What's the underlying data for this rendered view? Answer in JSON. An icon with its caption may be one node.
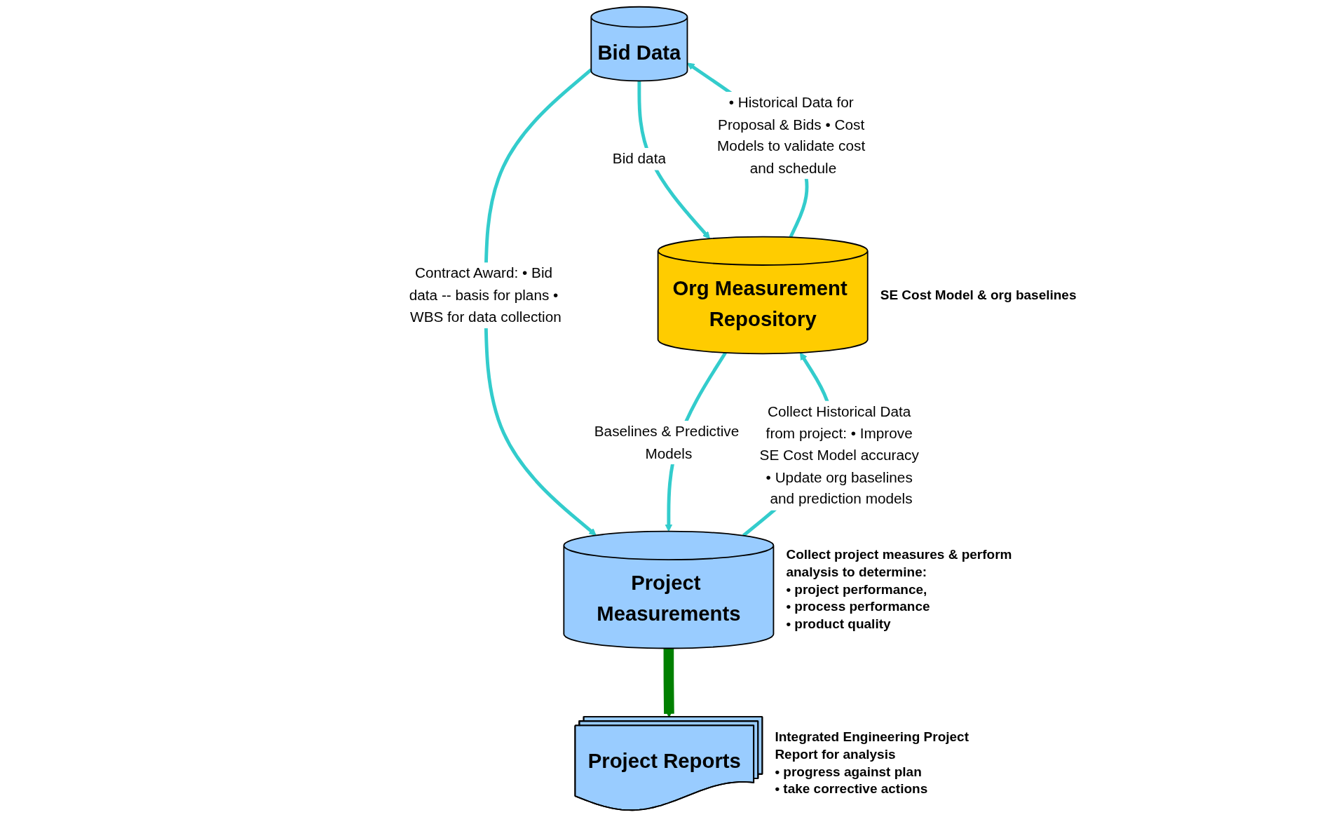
{
  "diagram": {
    "nodes": [
      {
        "text": [
          "Bid Data"
        ]
      },
      {
        "text": [
          "Org Measurement Repository"
        ],
        "beside": [
          "SE Cost Model & org baselines"
        ]
      },
      {
        "text": [
          "Project Measurements"
        ],
        "beside": [
          "Collect project measures & perform analysis to determine:",
          "• project performance,",
          "• process performance",
          "• product quality"
        ]
      },
      {
        "text": [
          "Project Reports"
        ],
        "beside": [
          "Integrated Engineering Project Report for analysis",
          "• progress against plan",
          "• take corrective actions"
        ]
      }
    ],
    "edges": [
      {
        "from": 1,
        "to": 0,
        "arrow": "to",
        "label": "• Historical Data for Proposal & Bids • Cost Models to validate cost and schedule"
      },
      {
        "from": 0,
        "to": 1,
        "arrow": "to",
        "label": "Bid data"
      },
      {
        "from": 0,
        "to": 2,
        "arrow": "to",
        "label": "Contract Award: • Bid data -- basis for plans • WBS for data collection"
      },
      {
        "from": 1,
        "to": 2,
        "arrow": "to",
        "label": "Baselines & Predictive Models"
      },
      {
        "from": 2,
        "to": 1,
        "arrow": "to",
        "label": "Collect Historical Data from project: • Improve SE Cost Model accuracy • Update org baselines and prediction models"
      },
      {
        "from": 2,
        "to": 3,
        "arrow": "to",
        "style": "thick",
        "color": "#008000"
      }
    ]
  }
}
